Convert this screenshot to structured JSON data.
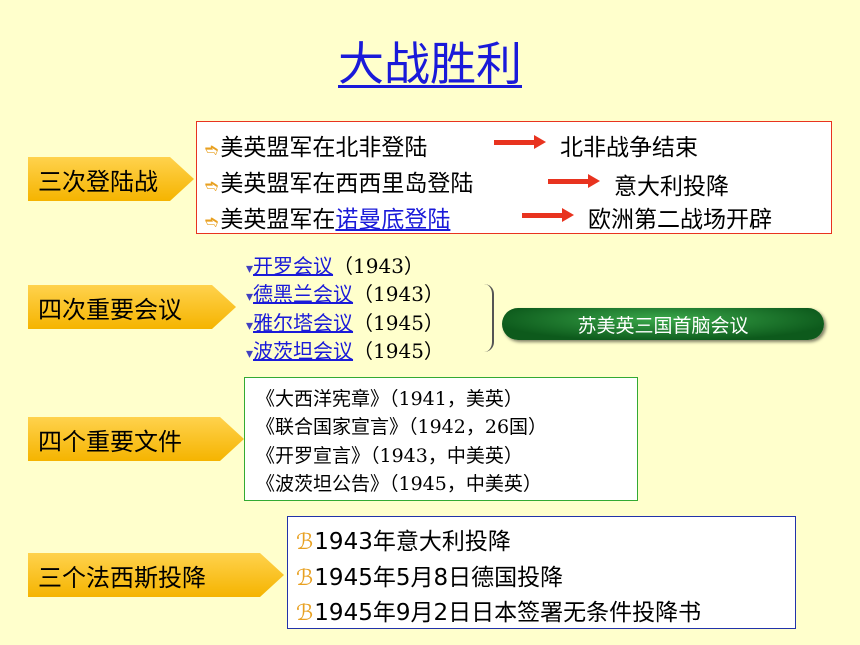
{
  "title": "大战胜利",
  "sections": {
    "landings": {
      "label": "三次登陆战",
      "rows": [
        {
          "prefix": "美英盟军在北非登陆",
          "link": "",
          "result": "北非战争结束"
        },
        {
          "prefix": "美英盟军在西西里岛登陆",
          "link": "",
          "result": "意大利投降"
        },
        {
          "prefix": "美英盟军在",
          "link": "诺曼底登陆",
          "result": "欧洲第二战场开辟"
        }
      ]
    },
    "meetings": {
      "label": "四次重要会议",
      "items": [
        {
          "name": "开罗会议",
          "year": "（1943）"
        },
        {
          "name": "德黑兰会议",
          "year": "（1943）"
        },
        {
          "name": "雅尔塔会议",
          "year": "（1945）"
        },
        {
          "name": "波茨坦会议",
          "year": "（1945）"
        }
      ],
      "summit_label": "苏美英三国首脑会议"
    },
    "documents": {
      "label": "四个重要文件",
      "items": [
        "《大西洋宪章》（1941，美英）",
        "《联合国家宣言》（1942，26国）",
        "《开罗宣言》（1943，中美英）",
        "《波茨坦公告》（1945，中美英）"
      ]
    },
    "surrenders": {
      "label": "三个法西斯投降",
      "items": [
        "1943年意大利投降",
        "1945年5月8日德国投降",
        "1945年9月2日日本签署无条件投降书"
      ]
    }
  },
  "colors": {
    "background": "#ffffcc",
    "title": "#1a1ad9",
    "tag": "#f5b400",
    "arrow": "#e8331f",
    "box1_border": "#e8331f",
    "box2_border": "#33aa33",
    "box3_border": "#2233aa",
    "pill": "#1a7a2a"
  }
}
